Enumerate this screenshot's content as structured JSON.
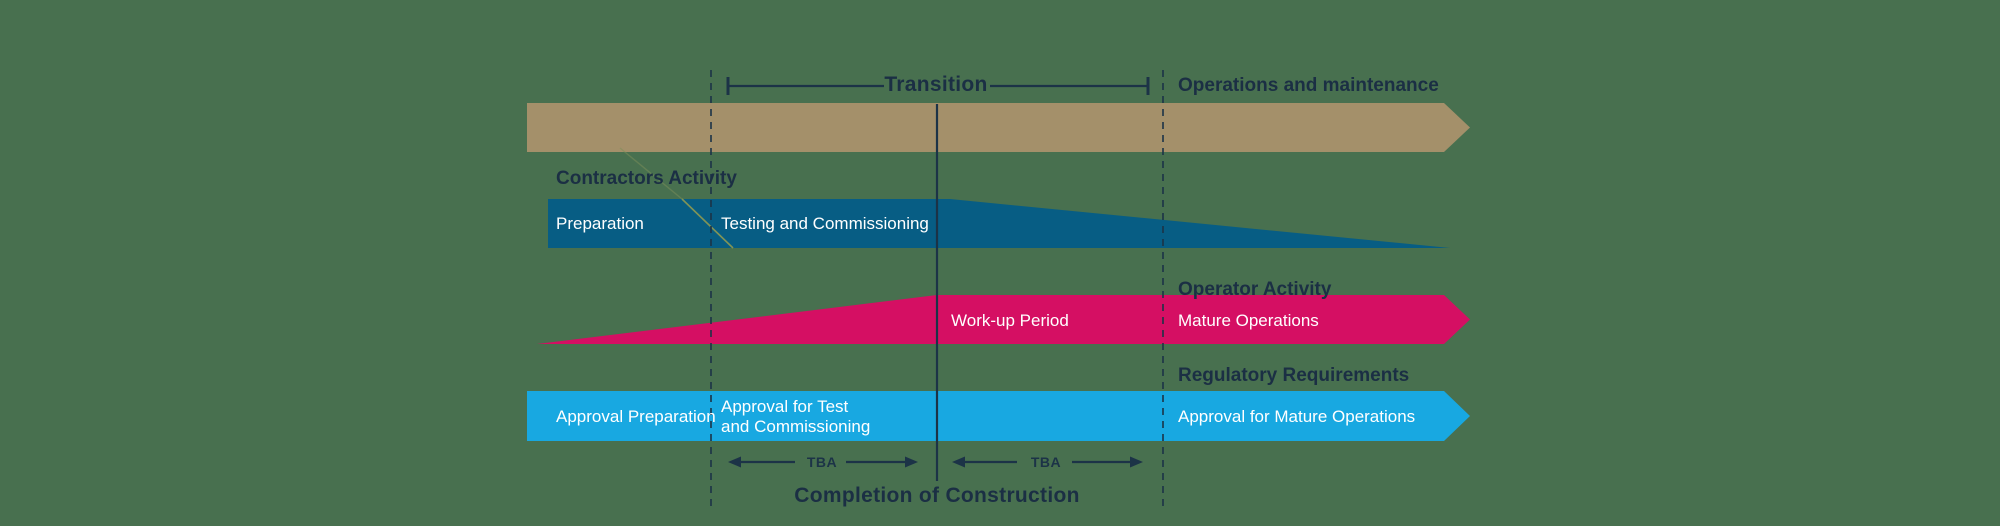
{
  "colors": {
    "background": "#48704F",
    "operations_tan": "#A4906A",
    "contractor_blue": "#075D84",
    "operator_magenta": "#D50F63",
    "regulatory_lightblue": "#18A8E1",
    "line_navy": "#1C3347",
    "text_dark": "#1B2F44",
    "text_white": "#FFFFFF",
    "divider_olive": "#8F9A52"
  },
  "timeline": {
    "transition_label": "Transition",
    "operations_label": "Operations and maintenance",
    "completion_label": "Completion of Construction",
    "tba_left": "TBA",
    "tba_right": "TBA"
  },
  "rows": {
    "contractor": {
      "title": "Contractors Activity",
      "segment_preparation": "Preparation",
      "segment_testing": "Testing and Commissioning"
    },
    "operator": {
      "title": "Operator Activity",
      "segment_workup": "Work-up Period",
      "segment_mature": "Mature Operations"
    },
    "regulatory": {
      "title": "Regulatory Requirements",
      "segment_approval_prep": "Approval Preparation",
      "segment_approval_test_line1": "Approval for Test",
      "segment_approval_test_line2": "and Commissioning",
      "segment_approval_mature": "Approval for Mature Operations"
    }
  }
}
